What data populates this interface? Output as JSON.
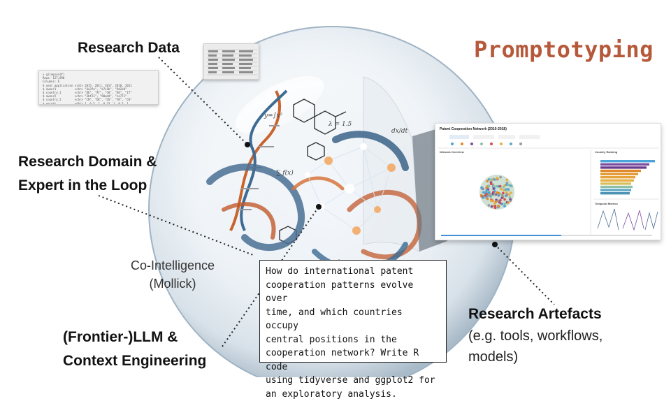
{
  "title": "Promptotyping",
  "labels": {
    "research_data": "Research Data",
    "domain_line1": "Research Domain &",
    "domain_line2": "Expert in the Loop",
    "co_intel_line1": "Co-Intelligence",
    "co_intel_line2": "(Mollick)",
    "llm_line1": "(Frontier-)LLM &",
    "llm_line2": "Context Engineering",
    "artefacts_title": "Research Artefacts",
    "artefacts_line1": "(e.g. tools, workflows,",
    "artefacts_line2": "models)"
  },
  "prompt": {
    "lines": [
      "How do international patent",
      "cooperation patterns evolve over",
      "time, and which countries occupy",
      "central positions in the",
      "cooperation network? Write R code",
      "using tidyverse and ggplot2 for",
      "an exploratory analysis."
    ]
  },
  "dashboard": {
    "title": "Patent Cooperation Network (2010-2018)",
    "panel_network": "Network Overview",
    "panel_ranking": "Country Ranking",
    "panel_temporal": "Temporal Metrics"
  },
  "colors": {
    "title": "#b5593a",
    "sphere_edge": "#9fb3c4",
    "network_node": "#e8a765",
    "ranking_bars": [
      "#4aa3d9",
      "#7b4fa0",
      "#6b3c8e",
      "#e08a2a",
      "#e3962f",
      "#e5a33a",
      "#e6ae48",
      "#d9bf5a",
      "#8fc1a8",
      "#5fa7c7",
      "#4e93b6"
    ]
  }
}
